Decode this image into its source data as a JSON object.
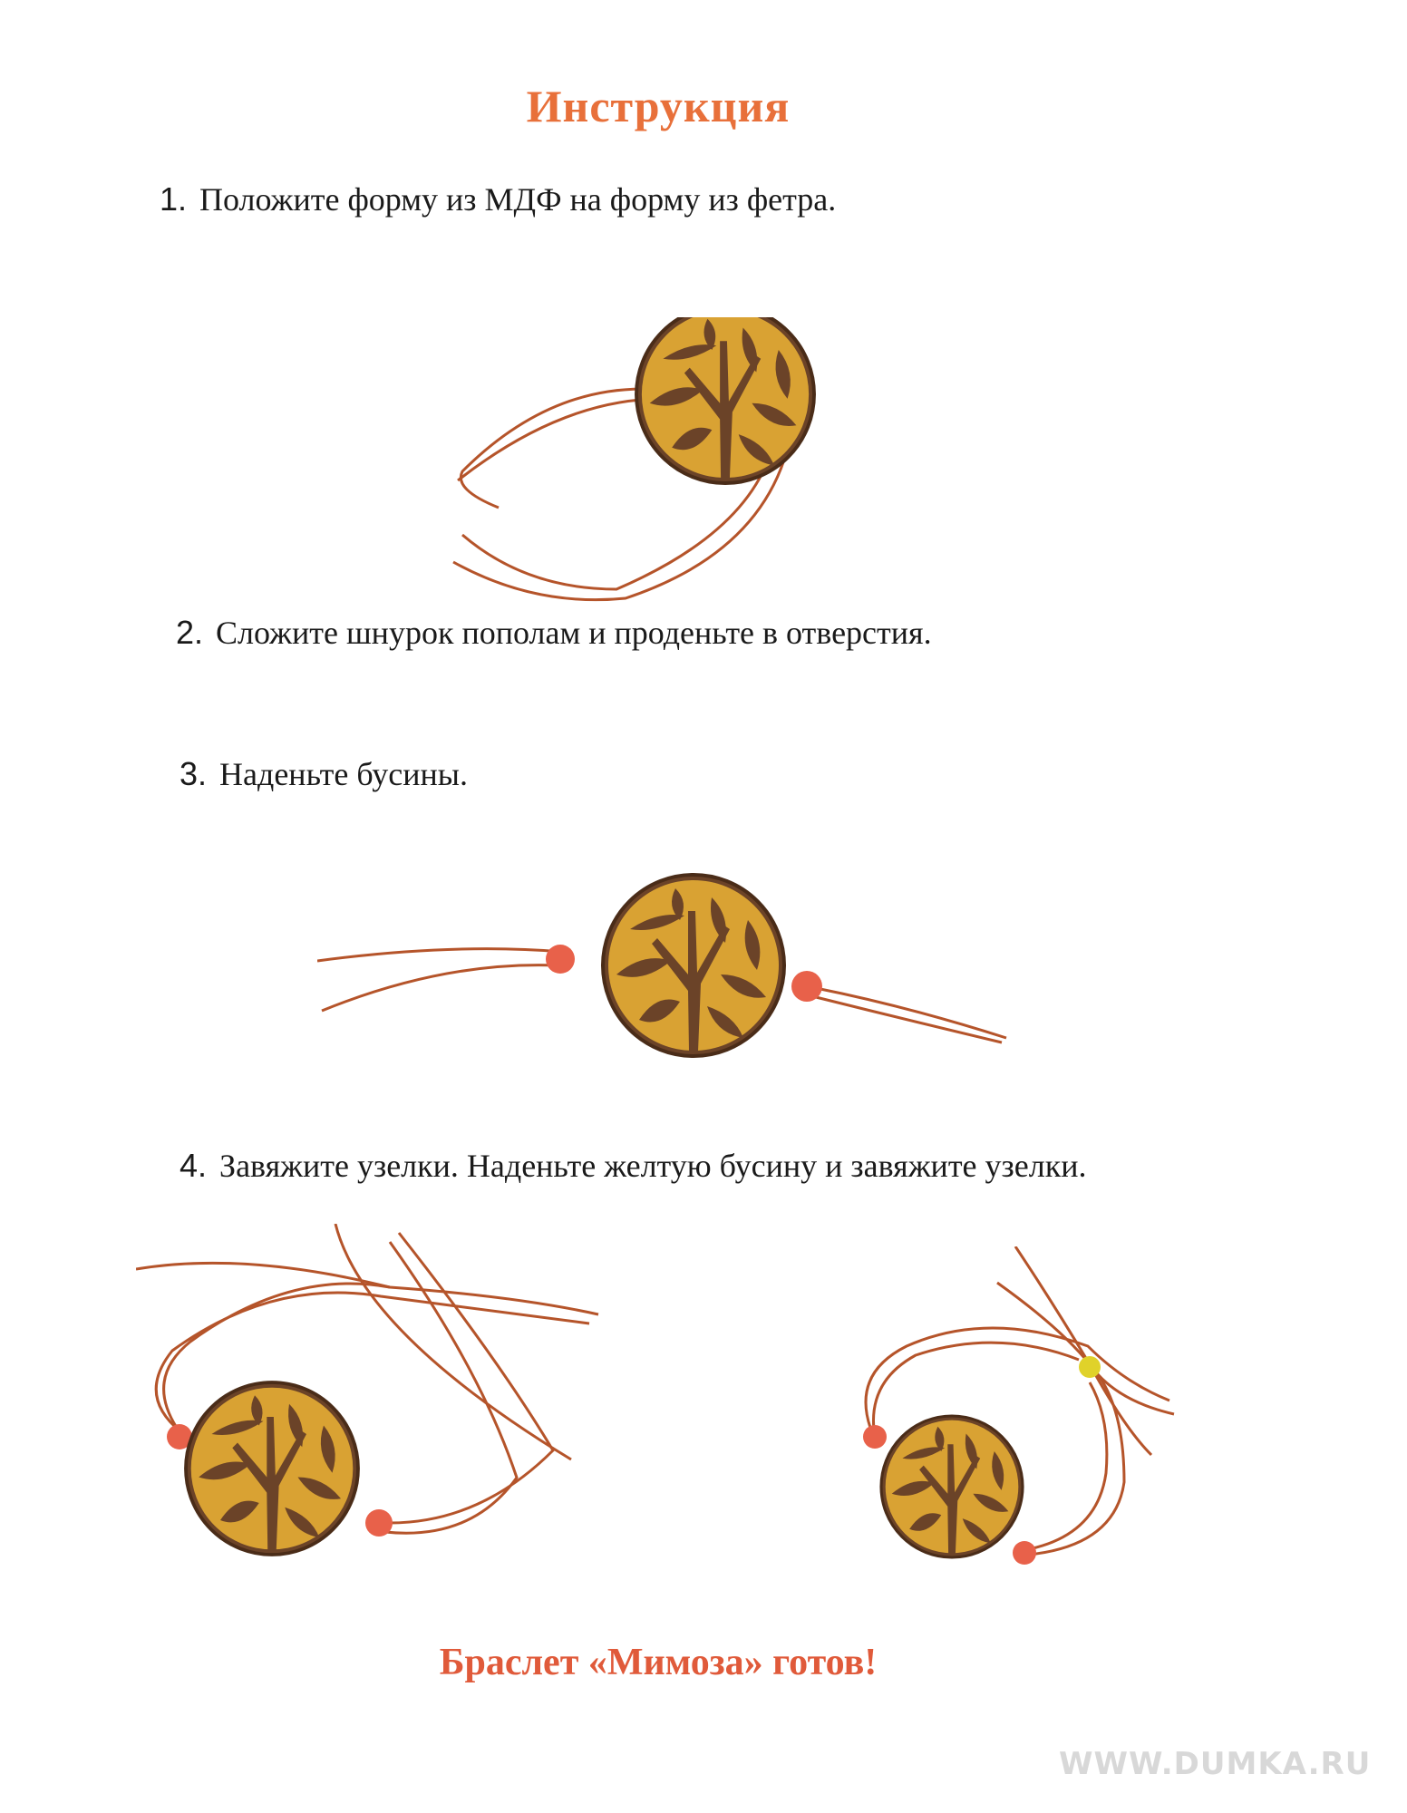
{
  "title": "Инструкция",
  "steps": [
    {
      "num": "1.",
      "text": "Положите форму из МДФ на форму из фетра."
    },
    {
      "num": "2.",
      "text": "Сложите шнурок пополам и проденьте в отверстия."
    },
    {
      "num": "3.",
      "text": "Наденьте бусины."
    },
    {
      "num": "4.",
      "text": "Завяжите узелки. Наденьте желтую бусину и завяжите узелки."
    }
  ],
  "final": "Браслет «Мимоза» готов!",
  "watermark": "WWW.DUMKA.RU",
  "colors": {
    "title": "#e8703a",
    "final": "#e05a3a",
    "cord": "#b5542a",
    "wood": "#6b4328",
    "felt": "#d9a233",
    "bead": "#e8614a",
    "bead_yellow": "#e0d22a"
  },
  "figures": [
    {
      "step": 1,
      "content": "medallion-with-cord"
    },
    {
      "step": 3,
      "content": "medallion-with-beads"
    },
    {
      "step": 4,
      "content": "bracelet-knotted"
    },
    {
      "step": 4,
      "content": "bracelet-with-yellow-bead"
    }
  ]
}
